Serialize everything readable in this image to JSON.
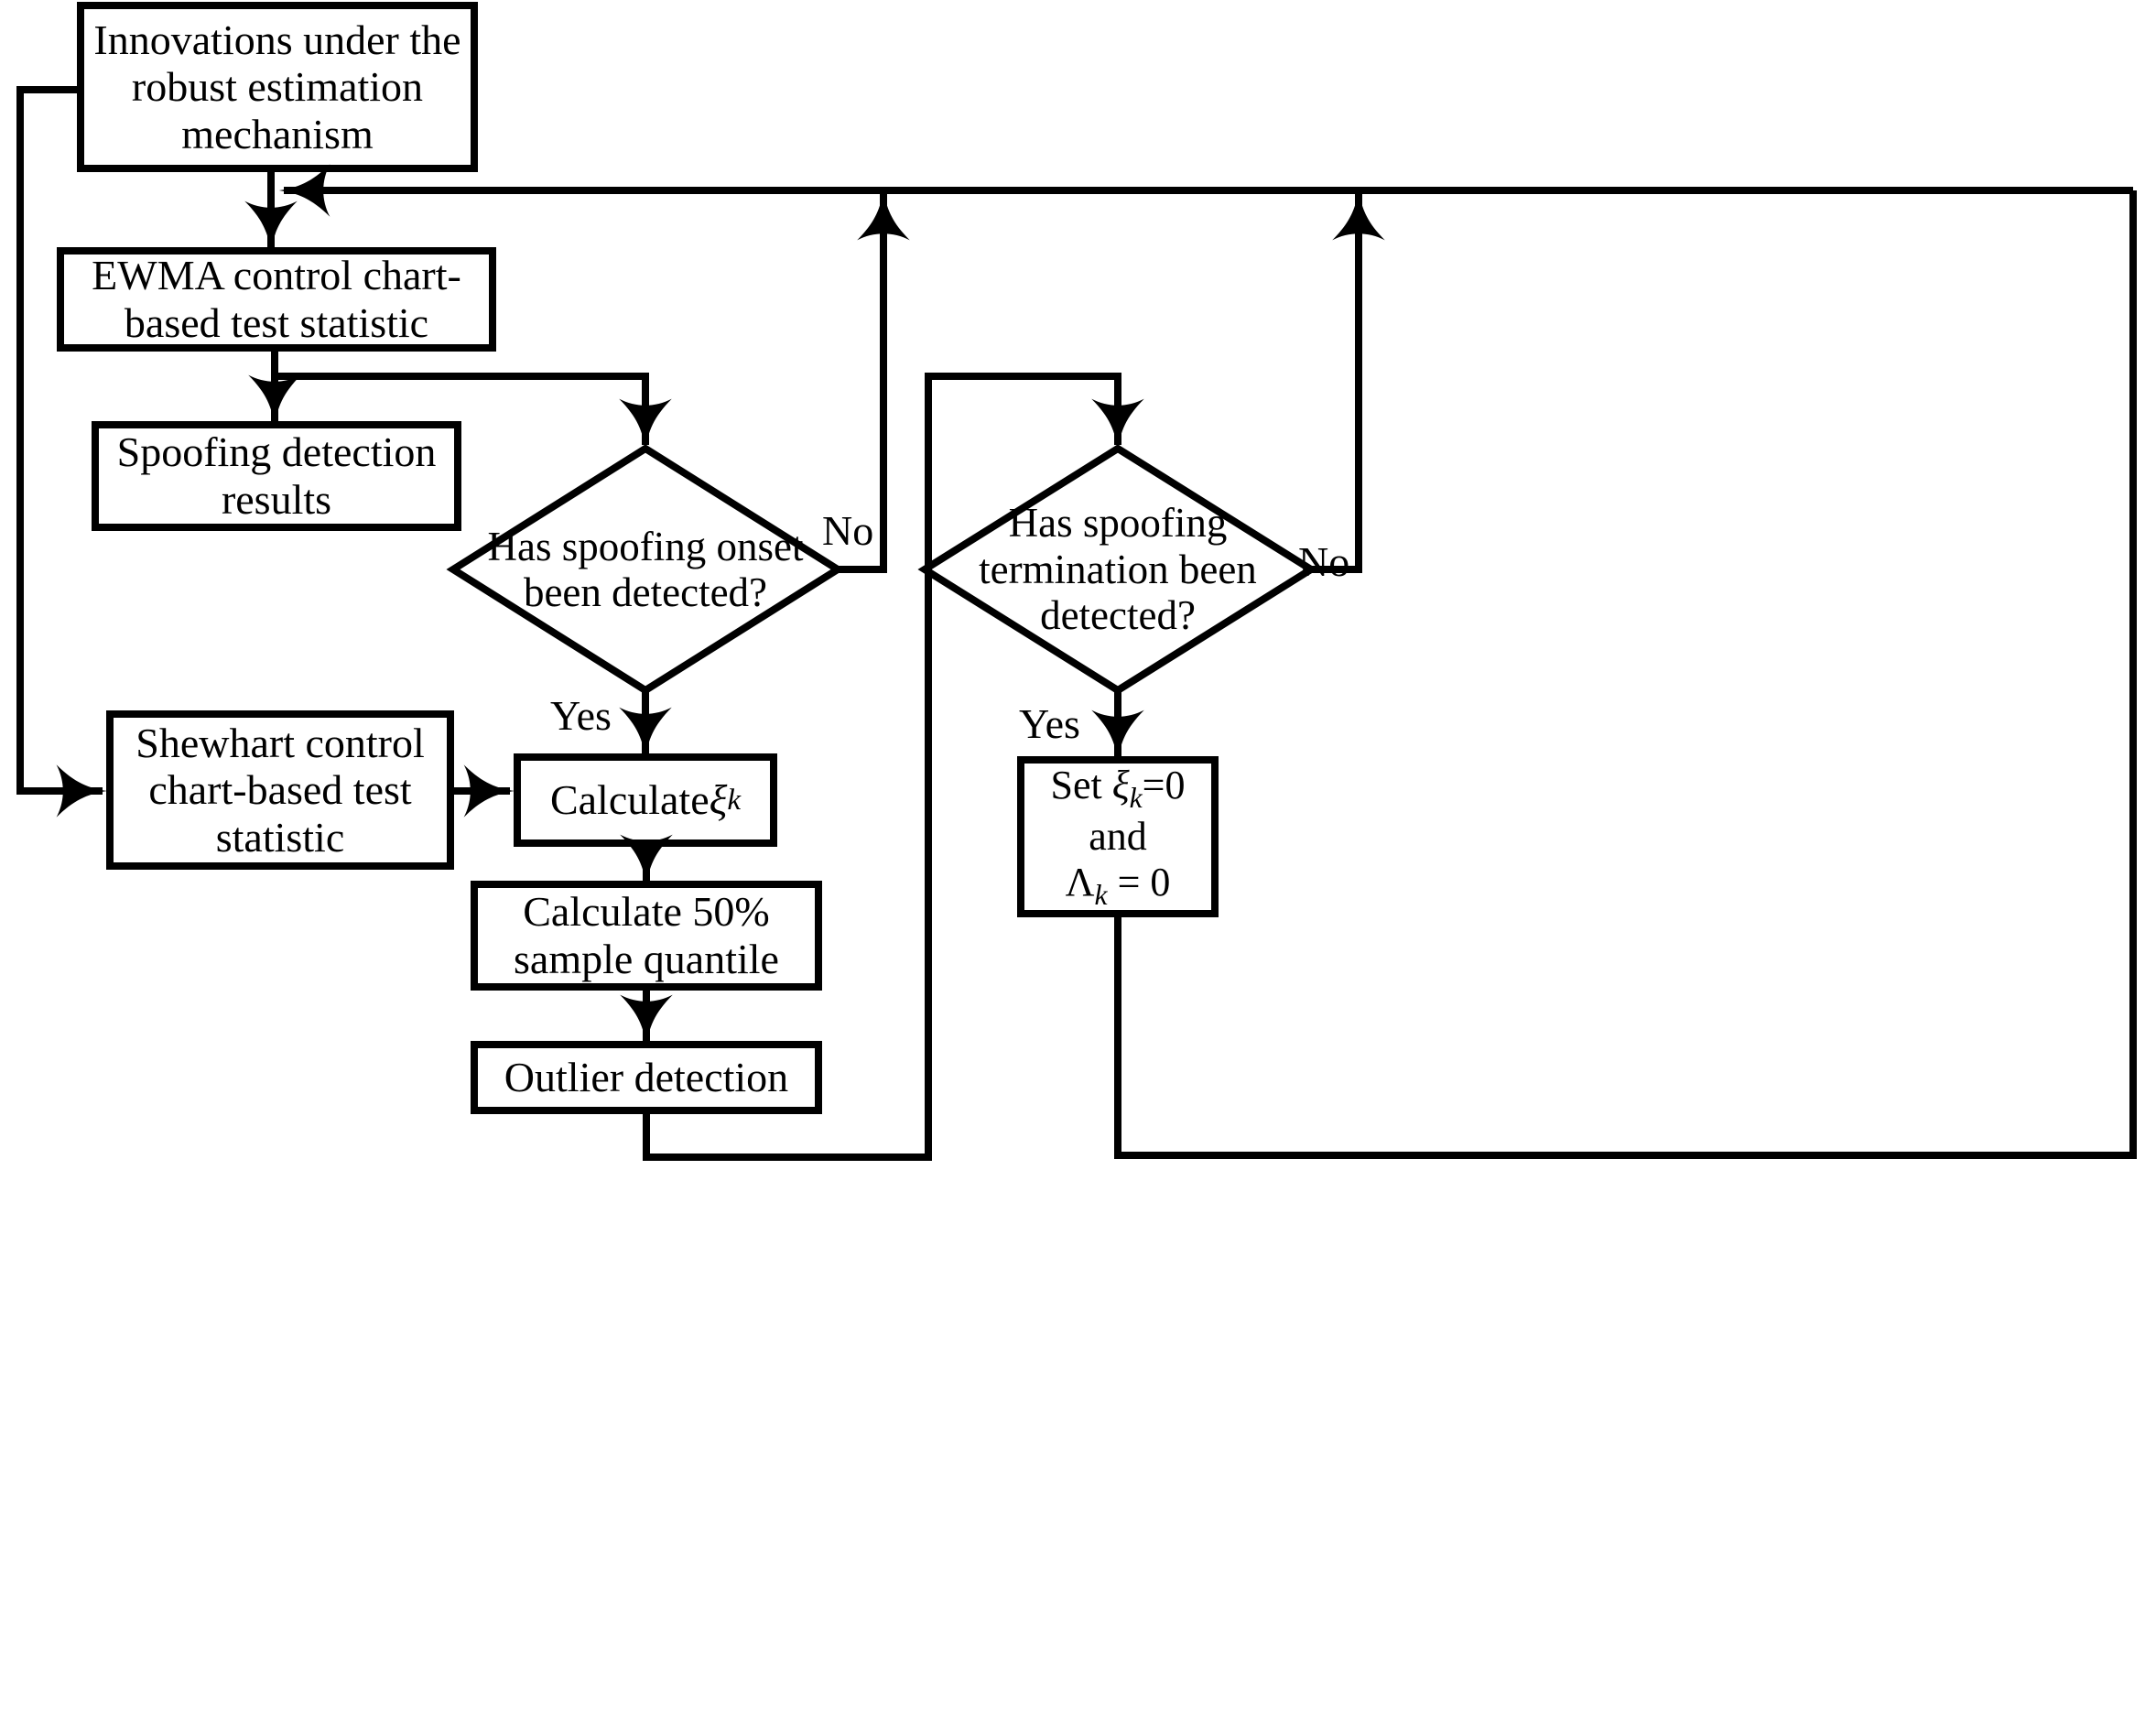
{
  "diagram": {
    "title": "Spoofing detection and mitigation flowchart",
    "stroke_color": "#000000",
    "fill_color": "#ffffff",
    "background": "#ffffff"
  },
  "nodes": {
    "innovations": {
      "shape": "process",
      "text": "Innovations under the robust estimation mechanism"
    },
    "ewma": {
      "shape": "process",
      "text": "EWMA control chart-based  test statistic"
    },
    "spoofing_results": {
      "shape": "process",
      "text": "Spoofing detection results"
    },
    "shewhart": {
      "shape": "process",
      "text": "Shewhart control chart-based test statistic"
    },
    "onset_decision": {
      "shape": "decision",
      "line1": "Has spoofing onset",
      "line2": "been detected?"
    },
    "termination_decision": {
      "shape": "decision",
      "line1": "Has spoofing",
      "line2": "termination been",
      "line3": "detected?"
    },
    "calculate_xi": {
      "shape": "process",
      "prefix": "Calculate ",
      "symbol": "ξ",
      "subscript": "k"
    },
    "quantile": {
      "shape": "process",
      "text": "Calculate 50% sample quantile"
    },
    "outlier": {
      "shape": "process",
      "text": "Outlier detection"
    },
    "reset": {
      "shape": "process",
      "line1_prefix": "Set ",
      "line1_symbol": "ξ",
      "line1_subscript": "k",
      "line1_suffix": "=0",
      "line2": "and",
      "line3_symbol": "Λ",
      "line3_subscript": "k",
      "line3_suffix": " = 0"
    }
  },
  "edge_labels": {
    "onset_no": "No",
    "onset_yes": "Yes",
    "termination_no": "No",
    "termination_yes": "Yes"
  }
}
